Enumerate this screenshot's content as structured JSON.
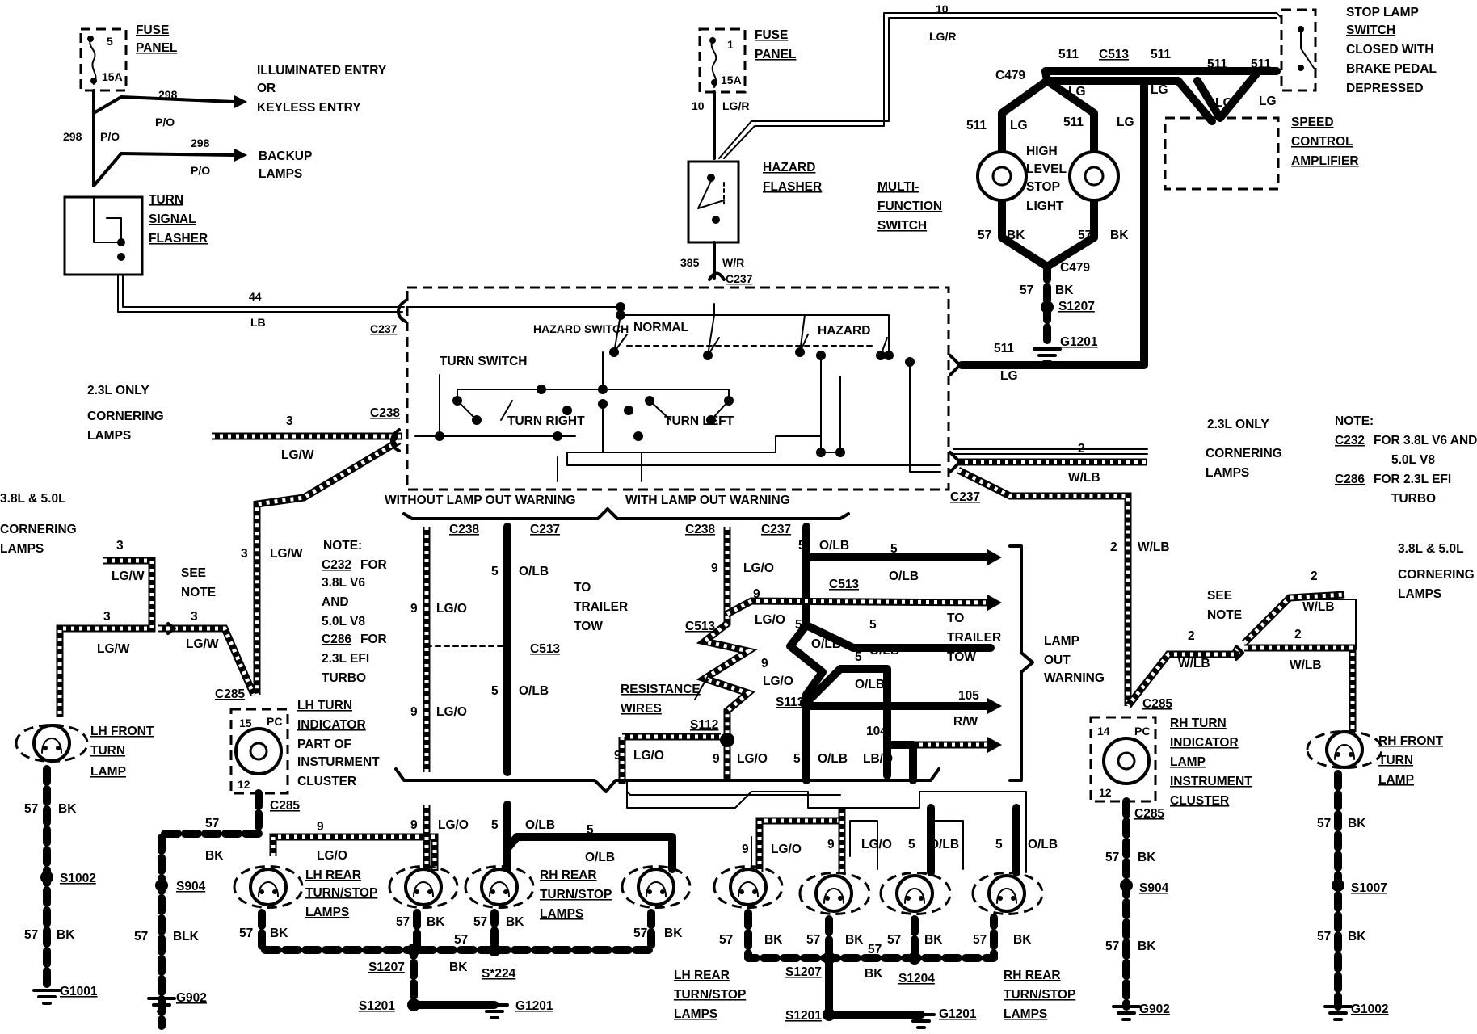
{
  "labels": {
    "fuse_panel_left": "FUSE\nPANEL",
    "fuse_left_top": "5",
    "fuse_left_amp": "15A",
    "illum_entry": "ILLUMINATED ENTRY\nOR\nKEYLESS ENTRY",
    "wire_298_a": "298",
    "wire_298_b": "298",
    "wire_298_c": "298",
    "po_a": "P/O",
    "po_b": "P/O",
    "po_c": "P/O",
    "backup_lamps": "BACKUP\nLAMPS",
    "turn_signal_flasher": "TURN\nSIGNAL\nFLASHER",
    "wire_44": "44",
    "wire_lb": "LB",
    "c237_a": "C237",
    "fuse_panel_mid": "FUSE\nPANEL",
    "fuse_mid_top": "1",
    "fuse_mid_amp": "15A",
    "w10_lgr": "10",
    "lgr": "LG/R",
    "hazard_flasher": "HAZARD\nFLASHER",
    "w385": "385",
    "wr": "W/R",
    "c237_b": "C237",
    "multi_function_switch": "MULTI-\nFUNCTION\nSWITCH",
    "hazard_switch": "HAZARD\nSWITCH",
    "normal": "NORMAL",
    "hazard": "HAZARD",
    "turn_switch": "TURN SWITCH",
    "turn_right": "TURN\nRIGHT",
    "turn_left": "TURN\nLEFT",
    "stop_lamp_switch": "STOP LAMP\nSWITCH\nCLOSED WITH\nBRAKE PEDAL\nDEPRESSED",
    "w10_top": "10",
    "lgr_top": "LG/R",
    "c479_a": "C479",
    "c513_top": "C513",
    "n511": "511",
    "lg": "LG",
    "high_level_stop_light": "HIGH\nLEVEL\nSTOP\nLIGHT",
    "n57": "57",
    "bk": "BK",
    "c479_b": "C479",
    "s1207_top": "S1207",
    "g1201_top": "G1201",
    "speed_control_amp": "SPEED\nCONTROL\nAMPLIFIER",
    "only_23_left": "2.3L ONLY",
    "cornering_left": "CORNERING\nLAMPS",
    "w3": "3",
    "lgw": "LG/W",
    "c238": "C238",
    "only_23_right": "2.3L ONLY",
    "cornering_right": "CORNERING\nLAMPS",
    "note_right": "NOTE:\nC232 FOR 3.8L V6 AND\n5.0L V8\nC286 FOR 2.3L EFI\nTURBO",
    "w2": "2",
    "wlb": "W/LB",
    "c237_c": "C237",
    "l38_left": "3.8L & 5.0L",
    "cornering_38_left": "CORNERING\nLAMPS",
    "see_note": "SEE\nNOTE",
    "note_mid": "NOTE:\nC232 FOR\n3.8L V6\nAND\n5.0L V8\nC286 FOR\n2.3L EFI\nTURBO",
    "without_warning": "WITHOUT LAMP OUT WARNING",
    "with_warning": "WITH LAMP OUT WARNING",
    "to_trailer_tow_a": "TO\nTRAILER\nTOW",
    "to_trailer_tow_b": "TO\nTRAILER\nTOW",
    "lamp_out_warning": "LAMP\nOUT\nWARNING",
    "resistance_wires": "RESISTANCE\nWIRES",
    "c513": "C513",
    "s112": "S112",
    "s113": "S113",
    "w105": "105",
    "rw": "R/W",
    "w104": "104",
    "lbo": "LB/O",
    "lgo": "LG/O",
    "olb": "O/LB",
    "c285_l": "C285",
    "lh_turn_ind": "LH TURN\nINDICATOR\nPART OF\nINSTURMENT\nCLUSTER",
    "pc": "PC",
    "n15": "15",
    "n12": "12",
    "lh_front_turn": "LH FRONT\nTURN\nLAMP",
    "s1002": "S1002",
    "g1001": "G1001",
    "s904": "S904",
    "blk": "BLK",
    "g902": "G902",
    "lh_rear_ts_a": "LH REAR\nTURN/STOP\nLAMPS",
    "rh_rear_ts_a": "RH REAR\nTURN/STOP\nLAMPS",
    "s1207": "S1207",
    "s1224": "S*224",
    "s1201": "S1201",
    "g1201": "G1201",
    "lh_rear_ts_b": "LH REAR\nTURN/STOP\nLAMPS",
    "rh_rear_ts_b": "RH REAR\nTURN/STOP\nLAMPS",
    "s1204": "S1204",
    "rh_turn_ind": "RH TURN\nINDICATOR\nLAMP\nINSTRUMENT\nCLUSTER",
    "n14": "14",
    "rh_front_turn": "RH FRONT\nTURN\nLAMP",
    "s1007": "S1007",
    "g1002": "G1002",
    "l38_right": "3.8L & 5.0L",
    "cornering_38_right": "CORNERING\nLAMPS"
  }
}
